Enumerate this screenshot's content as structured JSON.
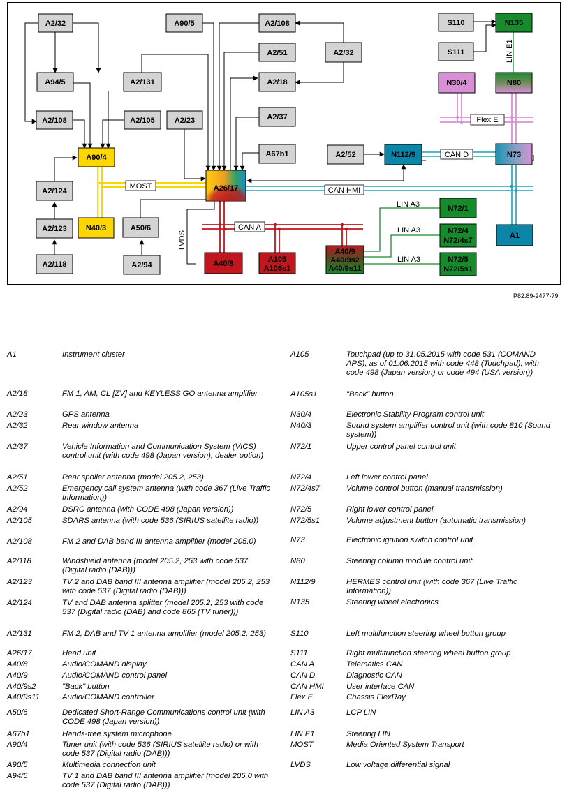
{
  "diagram": {
    "nodes": {
      "A2_32a": "A2/32",
      "A90_5": "A90/5",
      "A2_108a": "A2/108",
      "S110": "S110",
      "N135": "N135",
      "A2_51": "A2/51",
      "A2_32b": "A2/32",
      "S111": "S111",
      "A94_5": "A94/5",
      "A2_131": "A2/131",
      "A2_18": "A2/18",
      "N30_4": "N30/4",
      "N80": "N80",
      "A2_108b": "A2/108",
      "A2_105": "A2/105",
      "A2_23": "A2/23",
      "A2_37": "A2/37",
      "A90_4": "A90/4",
      "A2_52": "A2/52",
      "A67b1": "A67b1",
      "N112_9": "N112/9",
      "N73": "N73",
      "A2_124": "A2/124",
      "A26_17": "A26/17",
      "A2_123": "A2/123",
      "N40_3": "N40/3",
      "A50_6": "A50/6",
      "N72_1": "N72/1",
      "N72_4": [
        "N72/4",
        "N72/4s7"
      ],
      "A1": "A1",
      "A2_118": "A2/118",
      "A2_94": "A2/94",
      "A40_8": "A40/8",
      "A105": [
        "A105",
        "A105s1"
      ],
      "A40_9": [
        "A40/9",
        "A40/9s2",
        "A40/9s11"
      ],
      "N72_5": [
        "N72/5",
        "N72/5s1"
      ]
    },
    "bus_labels": {
      "most": "MOST",
      "can_hmi": "CAN HMI",
      "can_a": "CAN A",
      "can_d": "CAN D",
      "flex_e": "Flex E",
      "lin_e1": "LIN E1",
      "lin_a3": "LIN A3",
      "lvds": "LVDS"
    },
    "colors": {
      "gray": "#d4d4d4",
      "yellow": "#ffd700",
      "green": "#178a2c",
      "blue": "#0b86a8",
      "pink": "#d98fd6",
      "red": "#c0161d",
      "cyan_line": "#1aa3b7"
    }
  },
  "figure_ref": "P82.89-2477-79",
  "legend": {
    "left": [
      {
        "code": "A1",
        "desc": "Instrument cluster"
      },
      {
        "code": "A2/18",
        "desc": "FM 1, AM, CL [ZV] and KEYLESS GO antenna amplifier"
      },
      {
        "code": "A2/23",
        "desc": "GPS antenna"
      },
      {
        "code": "A2/32",
        "desc": "Rear window antenna"
      },
      {
        "code": "A2/37",
        "desc": "Vehicle Information and Communication System (VICS) control unit (with code 498 (Japan version), dealer option)"
      },
      {
        "code": "A2/51",
        "desc": "Rear spoiler antenna (model 205.2, 253)"
      },
      {
        "code": "A2/52",
        "desc": "Emergency call system antenna (with code 367 (Live Traffic Information))"
      },
      {
        "code": "A2/94",
        "desc": "DSRC antenna (with CODE 498 (Japan version))"
      },
      {
        "code": "A2/105",
        "desc": "SDARS antenna (with code 536 (SIRIUS satellite radio))"
      },
      {
        "code": "A2/108",
        "desc": "FM 2 and DAB band III antenna amplifier (model 205.0)"
      },
      {
        "code": "A2/118",
        "desc": "Windshield antenna (model 205.2, 253 with code 537 (Digital radio (DAB)))"
      },
      {
        "code": "A2/123",
        "desc": "TV 2 and DAB band III antenna amplifier (model 205.2, 253 with code 537 (Digital radio (DAB)))"
      },
      {
        "code": "A2/124",
        "desc": "TV and DAB antenna splitter (model 205.2, 253 with code 537 (Digital radio (DAB) and code 865 (TV tuner)))"
      },
      {
        "code": "A2/131",
        "desc": "FM 2, DAB and TV 1 antenna amplifier (model 205.2, 253)"
      },
      {
        "code": "A26/17",
        "desc": "Head unit"
      },
      {
        "code": "A40/8",
        "desc": "Audio/COMAND display"
      },
      {
        "code": "A40/9",
        "desc": "Audio/COMAND control panel"
      },
      {
        "code": "A40/9s2",
        "desc": "\"Back\" button"
      },
      {
        "code": "A40/9s11",
        "desc": "Audio/COMAND controller"
      },
      {
        "code": "A50/6",
        "desc": "Dedicated Short-Range Communications control unit (with CODE 498 (Japan version))"
      },
      {
        "code": "A67b1",
        "desc": "Hands-free system microphone"
      },
      {
        "code": "A90/4",
        "desc": "Tuner unit (with code 536 (SIRIUS satellite radio) or with code 537 (Digital radio (DAB)))"
      },
      {
        "code": "A90/5",
        "desc": "Multimedia connection unit"
      },
      {
        "code": "A94/5",
        "desc": "TV 1 and DAB band III antenna amplifier (model 205.0 with code 537 (Digital radio (DAB)))"
      }
    ],
    "right": [
      {
        "code": "A105",
        "desc": "Touchpad (up to 31.05.2015 with code 531 (COMAND APS), as of 01.06.2015 with code 448 (Touchpad), with code 498 (Japan version) or code 494 (USA version))"
      },
      {
        "code": "A105s1",
        "desc": "\"Back\" button"
      },
      {
        "code": "N30/4",
        "desc": "Electronic Stability Program control unit"
      },
      {
        "code": "N40/3",
        "desc": "Sound system amplifier control unit (with code 810 (Sound system))"
      },
      {
        "code": "N72/1",
        "desc": "Upper control panel control unit"
      },
      {
        "code": "N72/4",
        "desc": "Left lower control panel"
      },
      {
        "code": "N72/4s7",
        "desc": "Volume control button (manual transmission)"
      },
      {
        "code": "N72/5",
        "desc": "Right lower control panel"
      },
      {
        "code": "N72/5s1",
        "desc": "Volume adjustment button (automatic transmission)"
      },
      {
        "code": "N73",
        "desc": "Electronic ignition switch control unit"
      },
      {
        "code": "N80",
        "desc": "Steering column module control unit"
      },
      {
        "code": "N112/9",
        "desc": "HERMES control unit (with code 367 (Live Traffic Information))"
      },
      {
        "code": "N135",
        "desc": "Steering wheel electronics"
      },
      {
        "code": "S110",
        "desc": "Left multifunction steering wheel button group"
      },
      {
        "code": "S111",
        "desc": "Right multifunction steering wheel button group"
      },
      {
        "code": "CAN A",
        "desc": "Telematics CAN"
      },
      {
        "code": "CAN D",
        "desc": "Diagnostic CAN"
      },
      {
        "code": "CAN HMI",
        "desc": "User interface CAN"
      },
      {
        "code": "Flex E",
        "desc": "Chassis FlexRay"
      },
      {
        "code": "LIN A3",
        "desc": "LCP LIN"
      },
      {
        "code": "LIN E1",
        "desc": "Steering LIN"
      },
      {
        "code": "MOST",
        "desc": "Media Oriented System Transport"
      },
      {
        "code": "LVDS",
        "desc": "Low voltage differential signal"
      }
    ]
  }
}
